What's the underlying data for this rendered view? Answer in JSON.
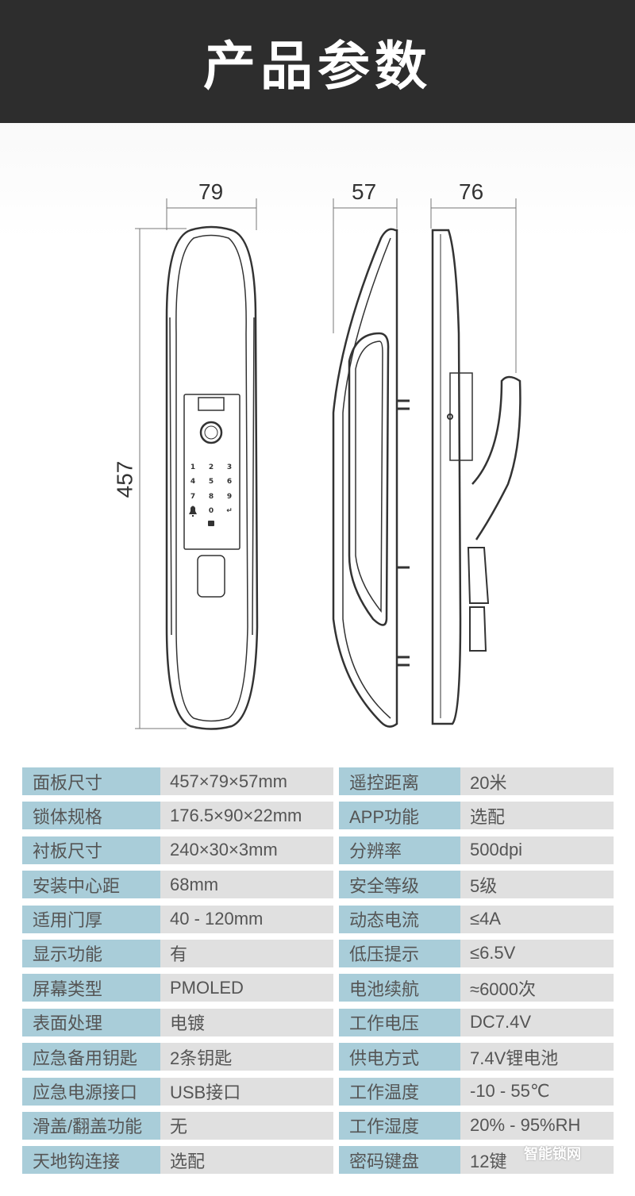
{
  "header": {
    "title": "产品参数"
  },
  "drawing": {
    "dimensions": {
      "front_width": "79",
      "side_depth": "57",
      "handle_depth": "76",
      "height": "457"
    },
    "keypad": [
      "1",
      "2",
      "3",
      "4",
      "5",
      "6",
      "7",
      "8",
      "9",
      "0",
      "↵"
    ],
    "icons": [
      "bell-icon",
      "lock-icon",
      "fingerprint-sensor"
    ]
  },
  "specs": [
    {
      "left_label": "面板尺寸",
      "left_value": "457×79×57mm",
      "right_label": "遥控距离",
      "right_value": "20米"
    },
    {
      "left_label": "锁体规格",
      "left_value": "176.5×90×22mm",
      "right_label": "APP功能",
      "right_value": "选配"
    },
    {
      "left_label": "衬板尺寸",
      "left_value": "240×30×3mm",
      "right_label": "分辨率",
      "right_value": "500dpi"
    },
    {
      "left_label": "安装中心距",
      "left_value": "68mm",
      "right_label": "安全等级",
      "right_value": "5级"
    },
    {
      "left_label": "适用门厚",
      "left_value": "40 - 120mm",
      "right_label": "动态电流",
      "right_value": "≤4A"
    },
    {
      "left_label": "显示功能",
      "left_value": "有",
      "right_label": "低压提示",
      "right_value": "≤6.5V"
    },
    {
      "left_label": "屏幕类型",
      "left_value": "PMOLED",
      "right_label": "电池续航",
      "right_value": "≈6000次"
    },
    {
      "left_label": "表面处理",
      "left_value": "电镀",
      "right_label": "工作电压",
      "right_value": "DC7.4V"
    },
    {
      "left_label": "应急备用钥匙",
      "left_value": "2条钥匙",
      "right_label": "供电方式",
      "right_value": "7.4V锂电池"
    },
    {
      "left_label": "应急电源接口",
      "left_value": "USB接口",
      "right_label": "工作温度",
      "right_value": "-10 - 55℃"
    },
    {
      "left_label": "滑盖/翻盖功能",
      "left_value": "无",
      "right_label": "工作湿度",
      "right_value": "20% - 95%RH"
    },
    {
      "left_label": "天地钩连接",
      "left_value": "选配",
      "right_label": "密码键盘",
      "right_value": "12键"
    }
  ],
  "watermark": "智能锁网",
  "colors": {
    "header_bg": "#2d2d2d",
    "label_bg": "#a9cdd9",
    "value_bg": "#e0e0e0"
  }
}
